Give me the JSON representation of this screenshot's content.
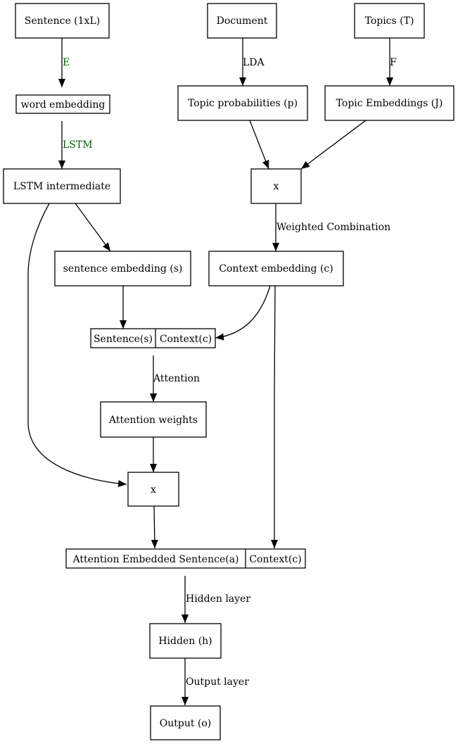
{
  "colors": {
    "stroke": "#000000",
    "fill": "#ffffff",
    "label_default": "#000000",
    "label_accent": "#006400"
  },
  "nodes": {
    "sentence": "Sentence (1xL)",
    "document": "Document",
    "topics": "Topics (T)",
    "word_embedding": "word embedding",
    "topic_probabilities": "Topic probabilities (p)",
    "topic_embeddings": "Topic Embeddings (J)",
    "lstm_intermediate": "LSTM intermediate",
    "multiply_topic": "x",
    "sentence_embedding": "sentence embedding (s)",
    "context_embedding": "Context embedding (c)",
    "concat_sentence": "Sentence(s)",
    "concat_context": "Context(c)",
    "attention_weights": "Attention weights",
    "multiply_attention": "x",
    "attention_embedded_sentence": "Attention Embedded Sentence(a)",
    "final_context": "Context(c)",
    "hidden": "Hidden (h)",
    "output": "Output (o)"
  },
  "edges": {
    "e_label": "E",
    "lda_label": "LDA",
    "f_label": "F",
    "lstm_label": "LSTM",
    "weighted_combination_label": "Weighted Combination",
    "attention_label": "Attention",
    "hidden_layer_label": "Hidden layer",
    "output_layer_label": "Output layer"
  }
}
